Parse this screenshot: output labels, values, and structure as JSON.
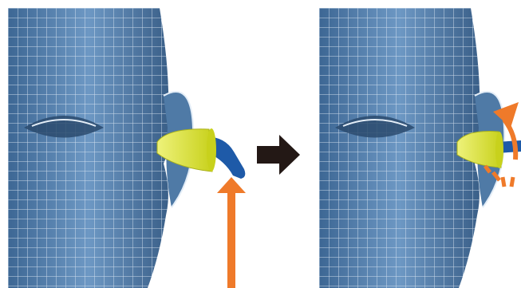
{
  "figure": {
    "panels": [
      {
        "id": "before",
        "step": 1,
        "description_visible": false
      },
      {
        "id": "after",
        "step": 2,
        "description_visible": false
      }
    ],
    "colors": {
      "skin_blue": "#5a86b3",
      "skin_dark": "#2f4f74",
      "mesh_line": "#dfe9f3",
      "earplug_yellow": "#dbe23a",
      "earplug_stem": "#1e5aa8",
      "push_arrow": "#ef7a2a",
      "step_arrow": "#231815"
    },
    "icons": [
      "head-mesh",
      "earplug",
      "push-up-arrow",
      "step-arrow",
      "rotate-arrow",
      "motion-dashes"
    ]
  }
}
